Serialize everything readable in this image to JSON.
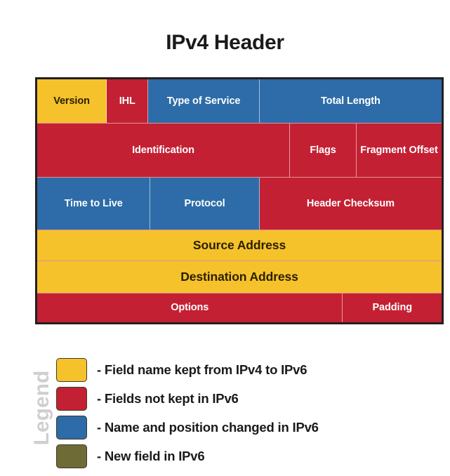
{
  "diagram": {
    "title": "IPv4 Header",
    "rows": [
      {
        "name": "row-1",
        "cells": [
          {
            "label": "Version",
            "color_key": "yellow",
            "width_pct": 17.2
          },
          {
            "label": "IHL",
            "color_key": "red",
            "width_pct": 10.3
          },
          {
            "label": "Type of Service",
            "color_key": "blue",
            "width_pct": 27.5
          },
          {
            "label": "Total Length",
            "color_key": "blue",
            "width_pct": 45.0
          }
        ]
      },
      {
        "name": "row-2",
        "cells": [
          {
            "label": "Identification",
            "color_key": "red",
            "width_pct": 62.5
          },
          {
            "label": "Flags",
            "color_key": "red",
            "width_pct": 16.5
          },
          {
            "label": "Fragment Offset",
            "color_key": "red",
            "width_pct": 21.0
          }
        ]
      },
      {
        "name": "row-3",
        "cells": [
          {
            "label": "Time to Live",
            "color_key": "blue",
            "width_pct": 28.0
          },
          {
            "label": "Protocol",
            "color_key": "blue",
            "width_pct": 27.0
          },
          {
            "label": "Header Checksum",
            "color_key": "red",
            "width_pct": 45.0
          }
        ]
      },
      {
        "name": "row-4",
        "cells": [
          {
            "label": "Source Address",
            "color_key": "yellow",
            "width_pct": 100
          }
        ]
      },
      {
        "name": "row-5",
        "cells": [
          {
            "label": "Destination Address",
            "color_key": "yellow",
            "width_pct": 100
          }
        ]
      },
      {
        "name": "row-6",
        "cells": [
          {
            "label": "Options",
            "color_key": "red",
            "width_pct": 75.6
          },
          {
            "label": "Padding",
            "color_key": "red",
            "width_pct": 24.4
          }
        ]
      }
    ]
  },
  "legend": {
    "title": "Legend",
    "items": [
      {
        "swatch_color": "#f5c22b",
        "text": "- Field name kept from IPv4 to IPv6"
      },
      {
        "swatch_color": "#c42033",
        "text": "- Fields not kept in IPv6"
      },
      {
        "swatch_color": "#2d6ca8",
        "text": "- Name and position changed in IPv6"
      },
      {
        "swatch_color": "#6e6b37",
        "text": "- New field in IPv6"
      }
    ]
  },
  "colors": {
    "yellow": "#f5c22b",
    "red": "#c42033",
    "blue": "#2d6ca8",
    "olive": "#6e6b37",
    "border": "#231f20",
    "title_text": "#1a1a1a",
    "legend_title_text": "#cfcfcf"
  }
}
